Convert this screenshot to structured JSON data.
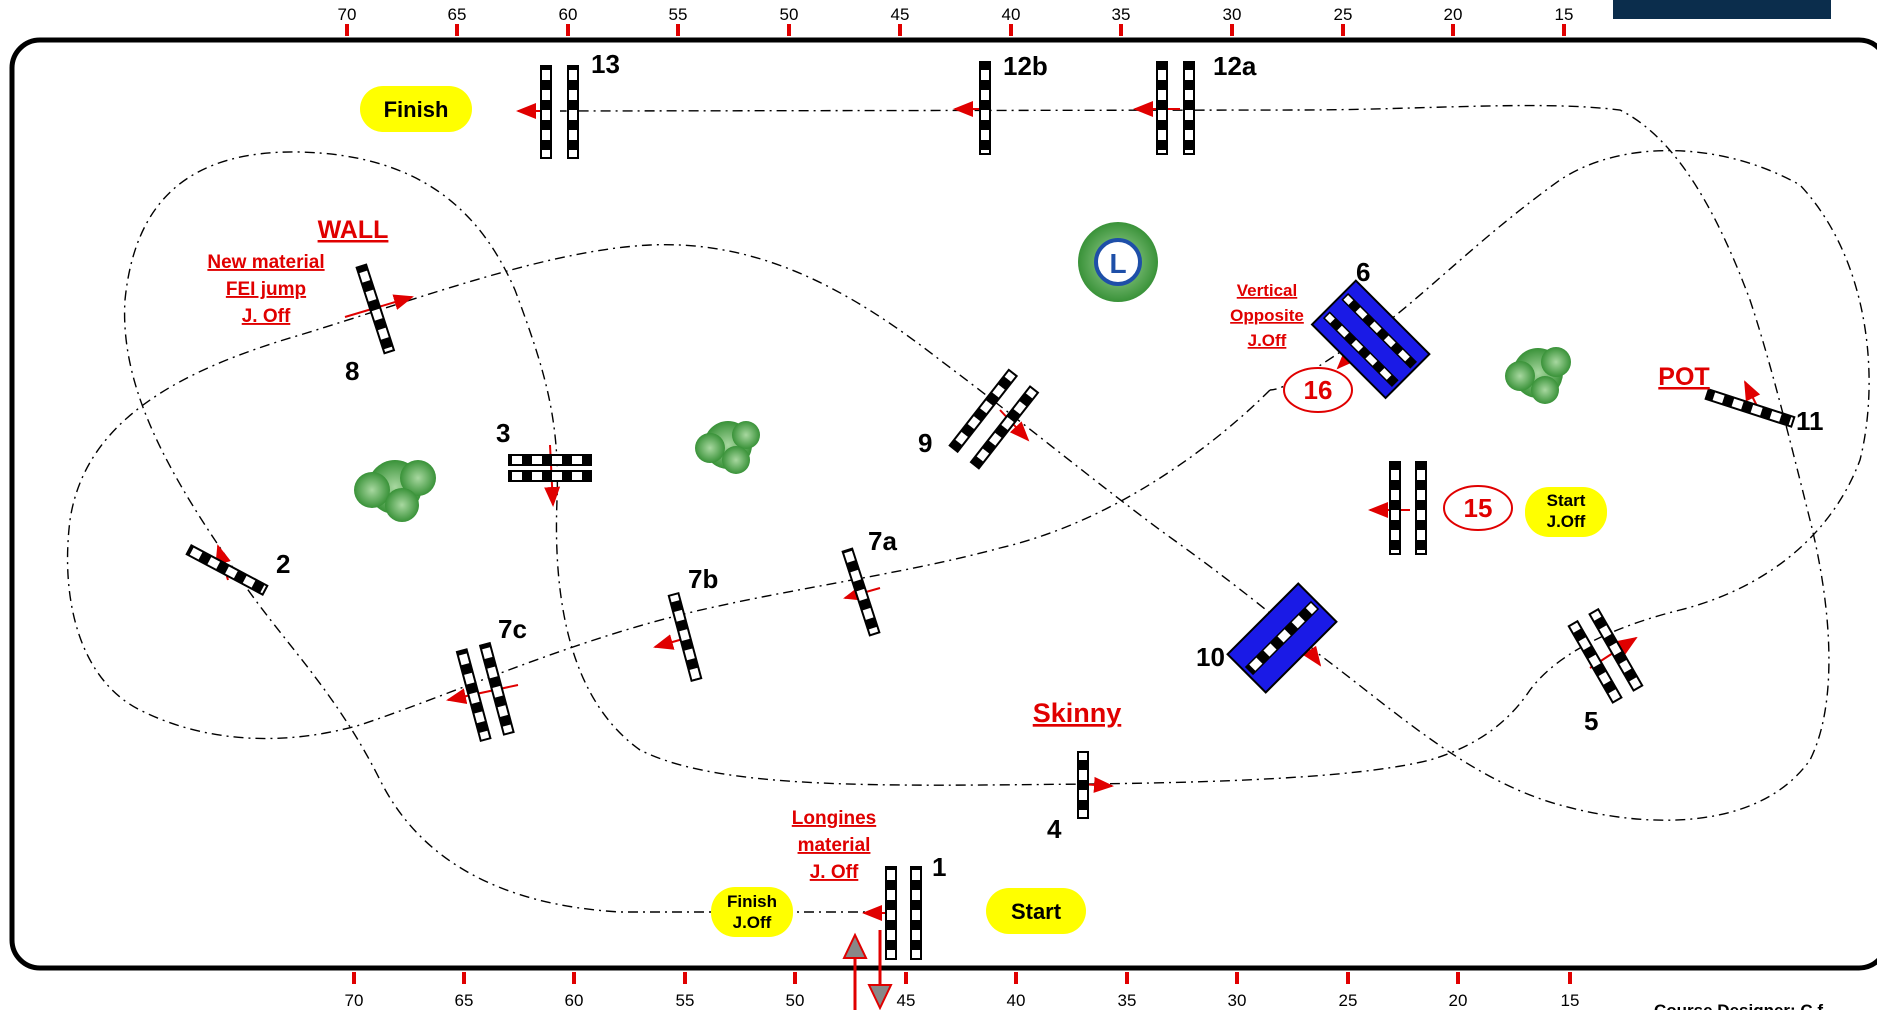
{
  "ruler_labels": [
    "70",
    "65",
    "60",
    "55",
    "50",
    "45",
    "40",
    "35",
    "30",
    "25",
    "20",
    "15"
  ],
  "fences": {
    "f1": "1",
    "f2": "2",
    "f3": "3",
    "f4": "4",
    "f5": "5",
    "f6": "6",
    "f7a": "7a",
    "f7b": "7b",
    "f7c": "7c",
    "f8": "8",
    "f9": "9",
    "f10": "10",
    "f11": "11",
    "f12a": "12a",
    "f12b": "12b",
    "f13": "13"
  },
  "jump_off": {
    "n15": "15",
    "n16": "16"
  },
  "pills": {
    "finish": "Finish",
    "start": "Start",
    "finish_joff_1": "Finish",
    "finish_joff_2": "J.Off",
    "start_joff_1": "Start",
    "start_joff_2": "J.Off"
  },
  "notes": {
    "wall": "WALL",
    "new_material_1": "New material",
    "new_material_2": "FEI jump",
    "new_material_3": "J. Off",
    "vertical_1": "Vertical",
    "vertical_2": "Opposite",
    "vertical_3": "J.Off",
    "pot": "POT",
    "skinny": "Skinny",
    "longines_1": "Longines",
    "longines_2": "material",
    "longines_3": "J. Off"
  },
  "sponsor_badge": "L",
  "footer_text": "Course Designer: C.f",
  "colors": {
    "arena_border": "#000000",
    "note_red": "#e00000",
    "pill_yellow": "#ffff00",
    "water_blue": "#1a1ae6",
    "header_navy": "#0b2d4c",
    "bush_green": "#3d9a3d"
  }
}
